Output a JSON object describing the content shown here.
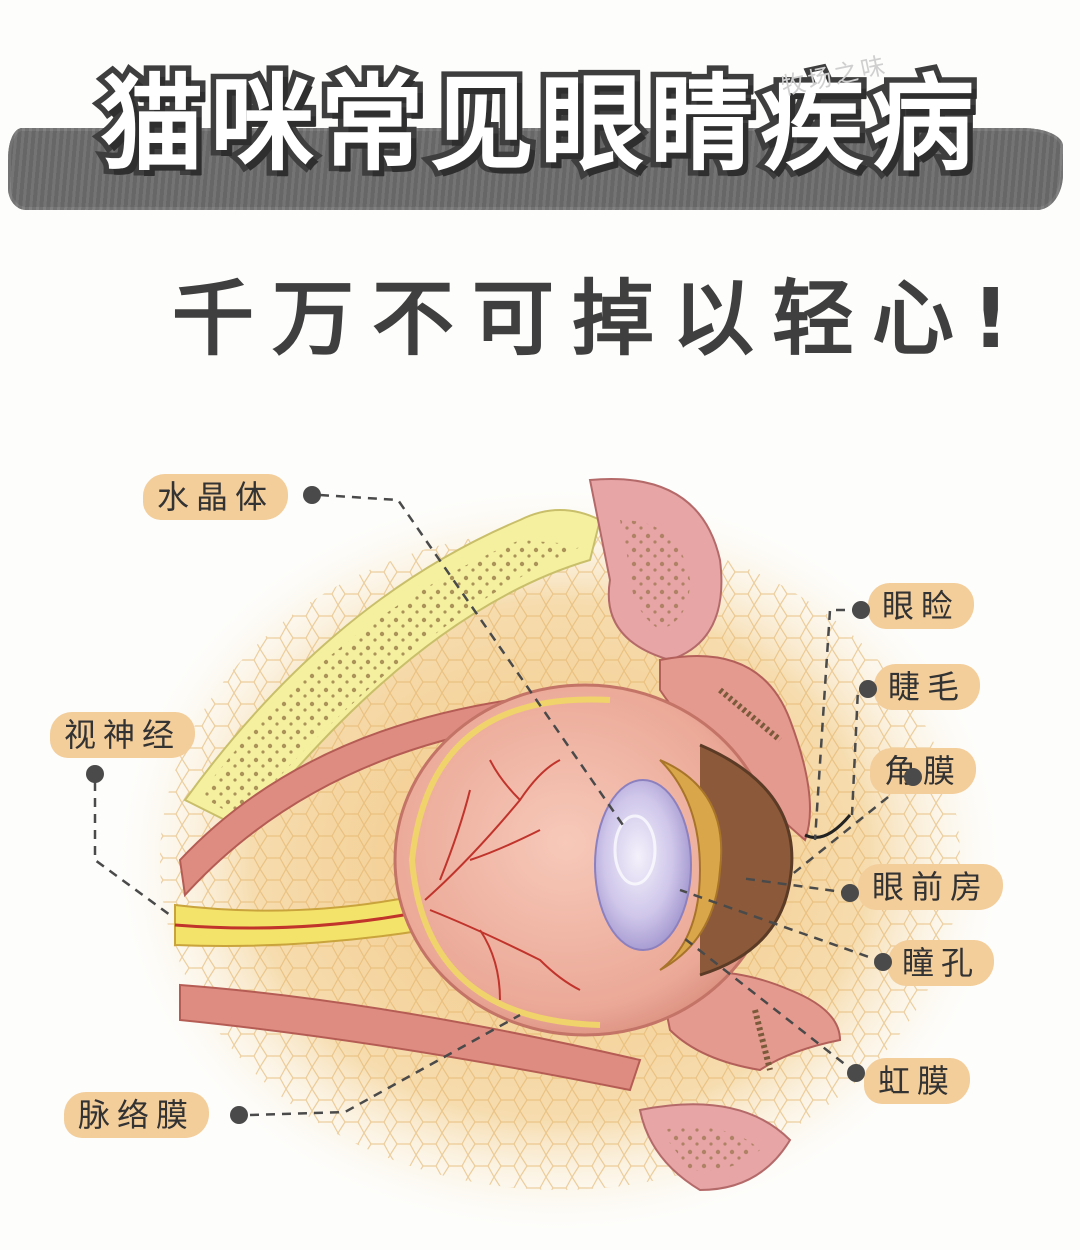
{
  "header": {
    "title": "猫咪常见眼睛疾病",
    "subtitle": "千万不可掉以轻心!",
    "watermark": "牧场之味"
  },
  "labels": {
    "lens": "水晶体",
    "optic_nerve": "视神经",
    "choroid": "脉络膜",
    "eyelid": "眼睑",
    "eyelash": "睫毛",
    "cornea": "角膜",
    "anterior_chamber": "眼前房",
    "pupil": "瞳孔",
    "iris": "虹膜"
  },
  "colors": {
    "title_fill": "#ffffff",
    "title_outline": "#3e3e3e",
    "title_band": "#6d6d6d",
    "label_bg": "#f3cd9a",
    "leader_line": "#4a4a4a",
    "eyeball": "#f0b5a4",
    "muscle": "#dd8a80",
    "lens": "#c9c0e6",
    "iris": "#d9a64a",
    "bone": "#f4ef9d"
  }
}
